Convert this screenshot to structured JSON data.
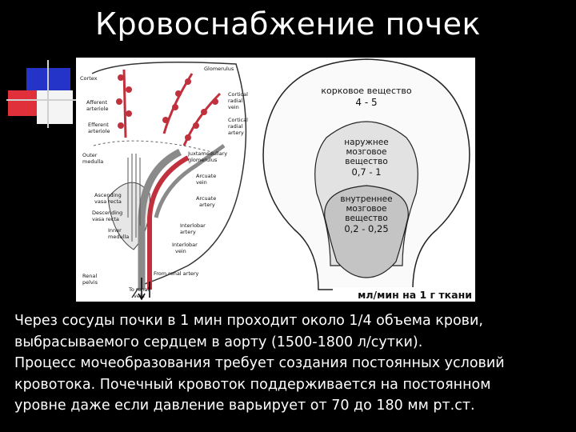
{
  "title": "Кровоснабжение почек",
  "anatomy_labels": {
    "cortex": "Cortex",
    "afferent": "Afferent",
    "afferent2": "arteriole",
    "efferent": "Efferent",
    "efferent2": "arteriole",
    "outer_medulla": "Outer",
    "outer_medulla2": "medulla",
    "ascending": "Ascending",
    "ascending2": "vasa recta",
    "descending": "Descending",
    "descending2": "vasa recta",
    "inner_medulla": "Inner",
    "inner_medulla2": "medulla",
    "renal_pelvis": "Renal",
    "renal_pelvis2": "pelvis",
    "glomerulus": "Glomerulus",
    "cortical_radial_vein": "Cortical",
    "cortical_radial_vein2": "radial",
    "cortical_radial_vein3": "vein",
    "cortical_radial_artery": "Cortical",
    "cortical_radial_artery2": "radial",
    "cortical_radial_artery3": "artery",
    "juxtamedullary": "Juxtamedullary",
    "juxtamedullary2": "glomerulus",
    "arcuate_vein": "Arcuate",
    "arcuate_vein2": "vein",
    "arcuate_artery": "Arcuate",
    "arcuate_artery2": "artery",
    "interlobar_artery": "Interlobar",
    "interlobar_artery2": "artery",
    "interlobar_vein": "Interlobar",
    "interlobar_vein2": "vein",
    "from_renal_artery": "From renal artery",
    "to_renal_vein": "To renal",
    "to_renal_vein2": "vein"
  },
  "flow_diagram": {
    "cortex_label": "корковое вещество",
    "cortex_value": "4 - 5",
    "outer_label1": "наружнее",
    "outer_label2": "мозговое",
    "outer_label3": "вещество",
    "outer_value": "0,7 - 1",
    "inner_label1": "внутреннее",
    "inner_label2": "мозговое",
    "inner_label3": "вещество",
    "inner_value": "0,2 - 0,25",
    "unit_caption": "мл/мин на 1 г ткани"
  },
  "body_lines": [
    "Через сосуды почки в 1 мин проходит около 1/4 объема крови,",
    "выбрасываемого сердцем в аорту (1500-1800 л/сутки).",
    "Процесс мочеобразования требует создания постоянных условий",
    "кровотока. Почечный кровоток поддерживается на постоянном",
    "уровне даже если давление варьирует от 70 до 180 мм рт.ст."
  ],
  "colors": {
    "background": "#000000",
    "artery": "#c0313d",
    "vein": "#8a8a8a",
    "deco_blue": "#2433c8",
    "deco_red": "#e0303a"
  }
}
